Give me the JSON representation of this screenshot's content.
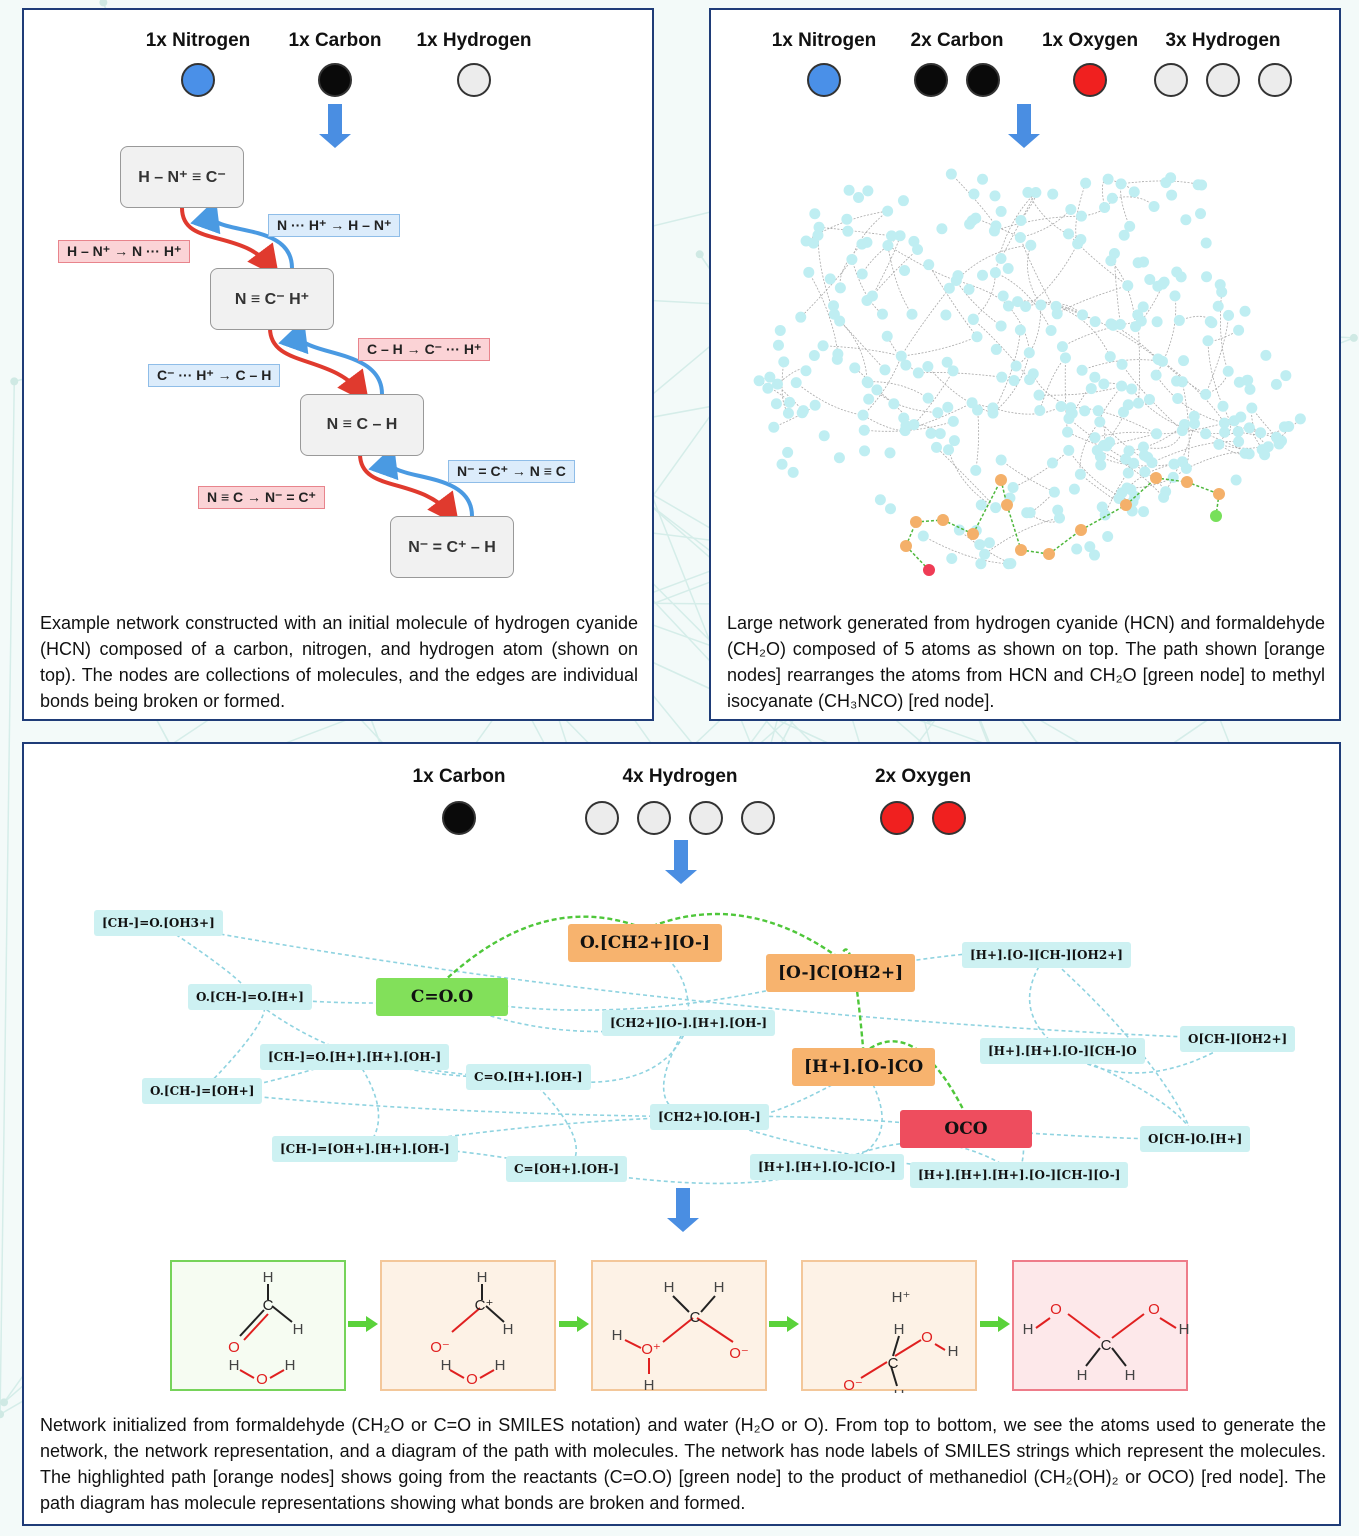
{
  "panel_a": {
    "atoms": [
      {
        "label": "1x Nitrogen",
        "colors": [
          "#4a90e8"
        ]
      },
      {
        "label": "1x Carbon",
        "colors": [
          "#0a0a0a"
        ]
      },
      {
        "label": "1x Hydrogen",
        "colors": [
          "#ececec"
        ]
      }
    ],
    "molecules": [
      "H – N⁺ ≡ C⁻",
      "N ≡ C⁻   H⁺",
      "N ≡ C – H",
      "N⁻ = C⁺ – H"
    ],
    "reactions": [
      {
        "text": "H – N⁺ → N ··· H⁺",
        "color": "red"
      },
      {
        "text": "N ··· H⁺ → H – N⁺",
        "color": "blue"
      },
      {
        "text": "C – H → C⁻ ··· H⁺",
        "color": "red"
      },
      {
        "text": "C⁻ ··· H⁺ → C – H",
        "color": "blue"
      },
      {
        "text": "N⁻ = C⁺ → N ≡ C",
        "color": "blue"
      },
      {
        "text": "N ≡ C → N⁻ = C⁺",
        "color": "red"
      }
    ],
    "caption": "Example network constructed with an initial molecule of hydrogen cyanide (HCN) composed of a carbon, nitrogen, and hydrogen atom (shown on top). The nodes are collections of molecules, and the edges are individual bonds being broken or formed."
  },
  "panel_b": {
    "atoms": [
      {
        "label": "1x Nitrogen",
        "colors": [
          "#4a90e8"
        ]
      },
      {
        "label": "2x Carbon",
        "colors": [
          "#0a0a0a",
          "#0a0a0a"
        ]
      },
      {
        "label": "1x Oxygen",
        "colors": [
          "#f0201f"
        ]
      },
      {
        "label": "3x Hydrogen",
        "colors": [
          "#ececec",
          "#ececec",
          "#ececec"
        ]
      }
    ],
    "node_color": "#bfeef2",
    "path_color": "#f4b06a",
    "start_color": "#77e05a",
    "end_color": "#ef3c55",
    "caption": "Large network generated from hydrogen cyanide (HCN) and formaldehyde (CH₂O) composed of 5 atoms as shown on top. The path shown [orange nodes] rearranges the atoms from HCN and CH₂O [green node] to methyl isocyanate (CH₃NCO) [red node]."
  },
  "panel_c": {
    "atoms": [
      {
        "label": "1x Carbon",
        "colors": [
          "#0a0a0a"
        ]
      },
      {
        "label": "4x Hydrogen",
        "colors": [
          "#ececec",
          "#ececec",
          "#ececec",
          "#ececec"
        ]
      },
      {
        "label": "2x Oxygen",
        "colors": [
          "#f0201f",
          "#f0201f"
        ]
      }
    ],
    "nodes": [
      {
        "id": "n1",
        "label": "[CH-]=O.[OH3+]",
        "kind": "plain"
      },
      {
        "id": "n2",
        "label": "O.[CH-]=O.[H+]",
        "kind": "plain"
      },
      {
        "id": "n3",
        "label": "O.[CH-]=[OH+]",
        "kind": "plain"
      },
      {
        "id": "n4",
        "label": "[CH-]=O.[H+].[H+].[OH-]",
        "kind": "plain"
      },
      {
        "id": "n5",
        "label": "[CH-]=[OH+].[H+].[OH-]",
        "kind": "plain"
      },
      {
        "id": "n6",
        "label": "C=O.[H+].[OH-]",
        "kind": "plain"
      },
      {
        "id": "n7",
        "label": "C=[OH+].[OH-]",
        "kind": "plain"
      },
      {
        "id": "n8",
        "label": "[CH2+][O-].[H+].[OH-]",
        "kind": "plain"
      },
      {
        "id": "n9",
        "label": "[CH2+]O.[OH-]",
        "kind": "plain"
      },
      {
        "id": "n10",
        "label": "[H+].[O-][CH-][OH2+]",
        "kind": "plain"
      },
      {
        "id": "n11",
        "label": "[H+].[H+].[O-][CH-]O",
        "kind": "plain"
      },
      {
        "id": "n12",
        "label": "O[CH-][OH2+]",
        "kind": "plain"
      },
      {
        "id": "n13",
        "label": "O[CH-]O.[H+]",
        "kind": "plain"
      },
      {
        "id": "n14",
        "label": "[H+].[H+].[O-]C[O-]",
        "kind": "plain"
      },
      {
        "id": "n15",
        "label": "[H+].[H+].[H+].[O-][CH-][O-]",
        "kind": "plain"
      },
      {
        "id": "s",
        "label": "C=O.O",
        "kind": "green"
      },
      {
        "id": "p1",
        "label": "O.[CH2+][O-]",
        "kind": "orange"
      },
      {
        "id": "p2",
        "label": "[O-]C[OH2+]",
        "kind": "orange"
      },
      {
        "id": "p3",
        "label": "[H+].[O-]CO",
        "kind": "orange"
      },
      {
        "id": "e",
        "label": "OCO",
        "kind": "red"
      }
    ],
    "path_molecules": {
      "H": "H",
      "O": "O",
      "C": "C",
      "Cp": "C⁺",
      "Om": "O⁻",
      "Op": "O⁺",
      "Hp": "H⁺"
    },
    "caption_html": "Network initialized from formaldehyde (CH₂O or C=O in SMILES notation) and water (H₂O or O). From top to bottom, we see the atoms used to generate the network, the network representation, and a diagram of the path with molecules. The network has node labels of SMILES strings which represent the molecules. The highlighted path [orange nodes] shows going from the reactants (C=O.O) [green node] to the product of methanediol (CH₂(OH)₂ or OCO) [red node]. The path diagram has molecule representations showing what bonds are broken and formed."
  }
}
